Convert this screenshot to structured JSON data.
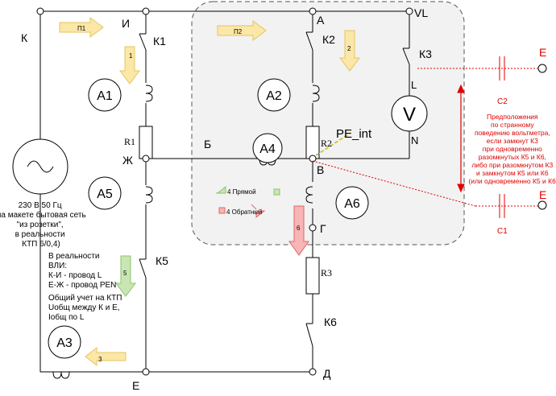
{
  "nodes": {
    "K": "К",
    "I": "И",
    "A": "А",
    "VL": "VL",
    "B_cyr": "Б",
    "V_lat": "В",
    "Zh": "Ж",
    "G": "Г",
    "D": "Д",
    "E": "Е",
    "L": "L",
    "N": "N",
    "E_top": "E",
    "E_bot": "E"
  },
  "switches": {
    "k1": "К1",
    "k2": "К2",
    "k3": "К3",
    "k5": "К5",
    "k6": "К6"
  },
  "meters": {
    "a1": "A1",
    "a2": "A2",
    "a3": "A3",
    "a4": "A4",
    "a5": "A5",
    "a6": "A6",
    "v": "V"
  },
  "resistors": {
    "r1": "R1",
    "r2": "R2",
    "r3": "R3"
  },
  "pe_label": "PE_int",
  "arrows": {
    "p1": "П1",
    "p2": "П2",
    "n1": "1",
    "n2": "2",
    "n3": "3",
    "n5": "5",
    "n6": "6"
  },
  "legend": {
    "direct": "4 Прямой",
    "reverse": "4 Обратный"
  },
  "capacitors": {
    "c1": "C1",
    "c2": "C2"
  },
  "source_text": [
    "230 В 50 Гц",
    "(на макете бытовая сеть",
    "\"из розетки\",",
    "в реальности",
    "КТП 6/0,4)"
  ],
  "reality_text": [
    "В реальности",
    "ВЛИ:",
    "К-И - провод L",
    "Е-Ж - провод PEN"
  ],
  "metering_text": [
    "Общий учет на КТП",
    "Uобщ между К и Е,",
    "Iобщ по L"
  ],
  "red_note": [
    "Предположения",
    "по странному",
    "поведению вольтметра,",
    "если замкнут К3",
    "при одновременно",
    "разомкнутых К5 и К6,",
    "либо при разомкнутом К3",
    "и замкнутом К5 или К6",
    "(или одновременно К5 и К6)"
  ],
  "colors": {
    "wire": "#000000",
    "box_fill": "#f2f2f2",
    "yellow_arrow": "#fbe7a6",
    "yellow_stroke": "#e6c462",
    "green_arrow": "#c8e6b4",
    "green_stroke": "#8cc36a",
    "red_arrow": "#f7b5b5",
    "red_stroke": "#e06666",
    "red_text": "#e00000",
    "pe_dash_green": "#7cc24a",
    "pe_dash_yellow": "#e8d23a"
  }
}
